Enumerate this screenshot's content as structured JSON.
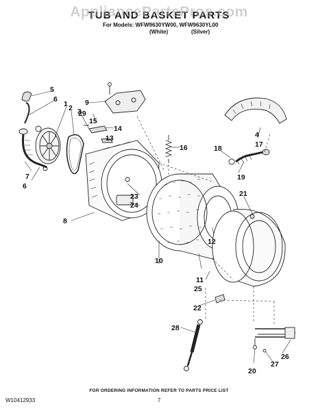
{
  "watermark": "AppliancePartsPros.com",
  "title": "TUB AND BASKET PARTS",
  "models_line": "For Models: WFW9630YW00, WFW9630YL00",
  "color_white": "(White)",
  "color_silver": "(Silver)",
  "callouts": [
    "1",
    "2",
    "3",
    "4",
    "5",
    "6",
    "6",
    "7",
    "8",
    "9",
    "10",
    "11",
    "12",
    "13",
    "14",
    "15",
    "16",
    "17",
    "18",
    "19",
    "20",
    "21",
    "22",
    "23",
    "24",
    "25",
    "26",
    "27",
    "28",
    "29"
  ],
  "footer": {
    "ordering_info": "FOR ORDERING INFORMATION REFER TO PARTS PRICE LIST",
    "doc_number": "W10412933",
    "page_number": "7"
  }
}
